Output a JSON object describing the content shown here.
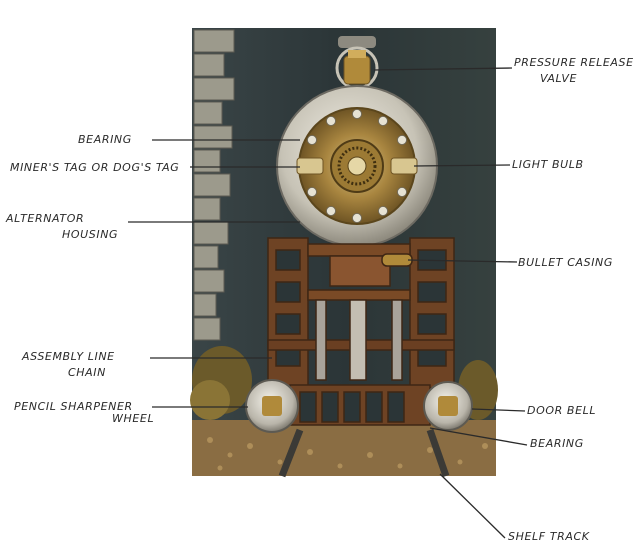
{
  "figure": {
    "description_hidden": "",
    "labels_left": [
      {
        "key": "bearing_top",
        "text": "Bearing"
      },
      {
        "key": "miners_tag",
        "text": "Miner's Tag or Dog's Tag"
      },
      {
        "key": "alternator_line1",
        "text": "Alternator"
      },
      {
        "key": "alternator_line2",
        "text": "Housing"
      },
      {
        "key": "assembly_line1",
        "text": "Assembly Line"
      },
      {
        "key": "assembly_line2",
        "text": "Chain"
      },
      {
        "key": "pencil_line1",
        "text": "Pencil Sharpener"
      },
      {
        "key": "pencil_line2",
        "text": "Wheel"
      }
    ],
    "labels_right": [
      {
        "key": "pressure_line1",
        "text": "Pressure Release"
      },
      {
        "key": "pressure_line2",
        "text": "Valve"
      },
      {
        "key": "light_bulb",
        "text": "Light Bulb"
      },
      {
        "key": "bullet_casing",
        "text": "Bullet Casing"
      },
      {
        "key": "door_bell",
        "text": "Door Bell"
      },
      {
        "key": "bearing_bottom",
        "text": "Bearing"
      },
      {
        "key": "shelf_track",
        "text": "Shelf Track"
      }
    ],
    "colors": {
      "ink": "#2a2a2a",
      "wall": "#2e3a3c",
      "brick": "#9c9a8c",
      "brass": "#b08a3a",
      "rust": "#6e4324",
      "silver": "#c9c6bc",
      "gravel": "#8a6d43"
    }
  }
}
